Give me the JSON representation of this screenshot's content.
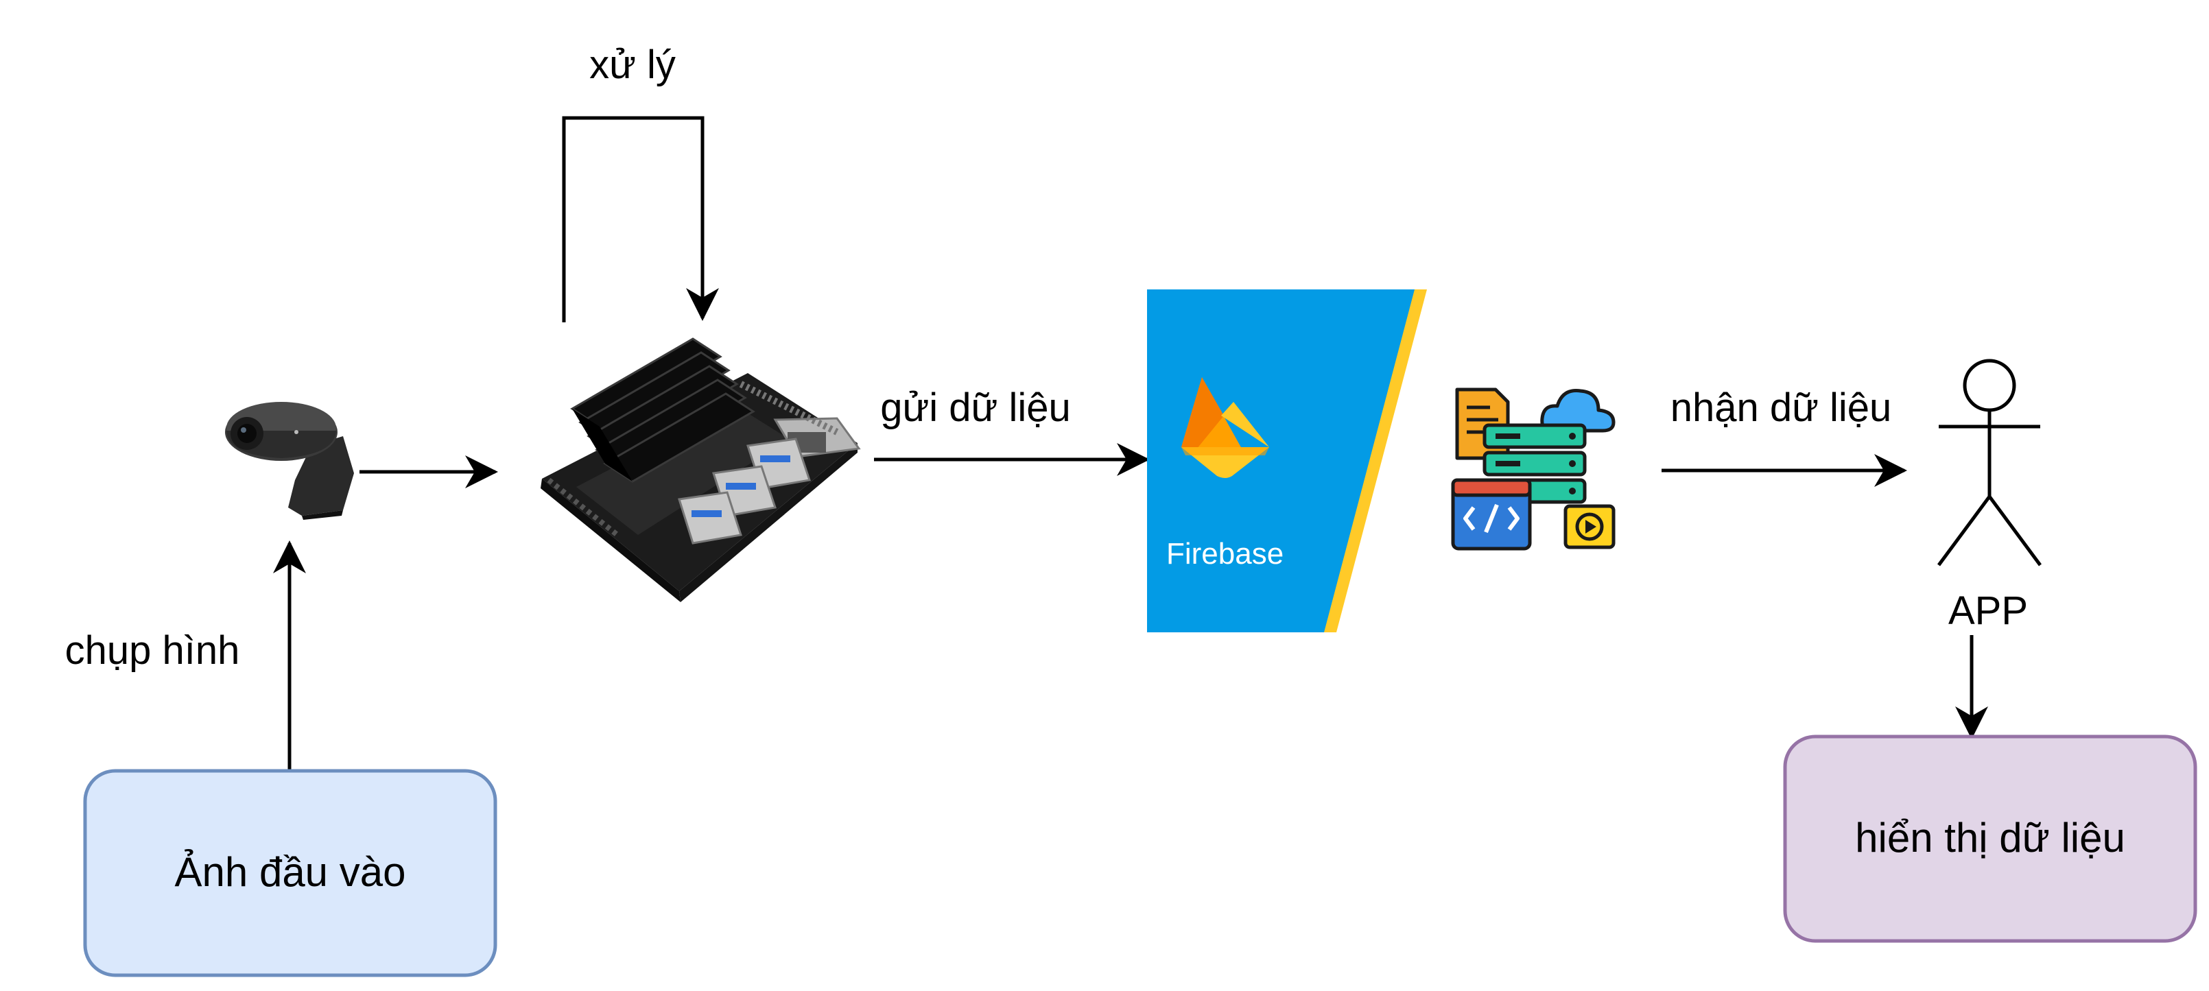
{
  "labels": {
    "process": "xử lý",
    "capture": "chụp hình",
    "send": "gửi dữ liệu",
    "receive": "nhận dữ liệu",
    "app": "APP"
  },
  "boxes": {
    "input": "Ảnh đầu vào",
    "display": "hiển thị dữ liệu"
  },
  "firebase": {
    "brand": "Firebase",
    "panel_color": "#039BE5",
    "edge_color": "#FFCA28"
  },
  "colors": {
    "input_box_fill": "#DAE8FC",
    "input_box_stroke": "#6C8EBF",
    "display_box_fill": "#E1D5E7",
    "display_box_stroke": "#9673A6"
  },
  "icons": [
    "webcam-icon",
    "jetson-board-icon",
    "firebase-logo-icon",
    "server-cloud-icon",
    "stick-figure-icon"
  ]
}
